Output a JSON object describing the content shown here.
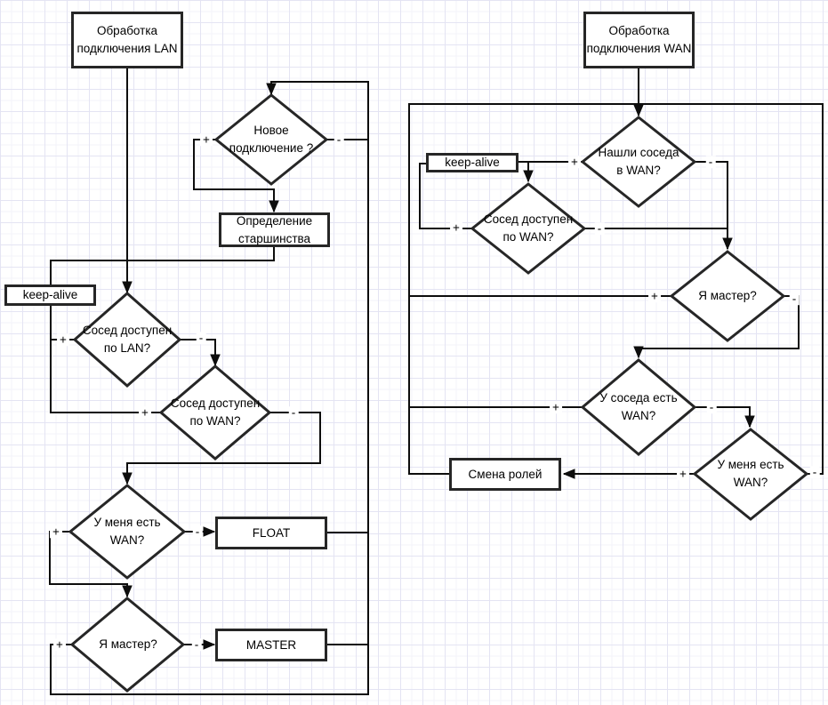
{
  "labels": {
    "plus": "+",
    "minus": "-"
  },
  "left_chart": {
    "start": "Обработка подключения LAN",
    "new_connection": "Новое подключение ?",
    "seniority": "Определение старшинства",
    "keepalive": "keep-alive",
    "neighbor_lan": "Сосед доступен по LAN?",
    "neighbor_wan": "Сосед доступен по WAN?",
    "have_wan": "У меня есть WAN?",
    "float": "FLOAT",
    "am_master": "Я мастер?",
    "master": "MASTER"
  },
  "right_chart": {
    "start": "Обработка подключения WAN",
    "found_neighbor": "Нашли соседа в WAN?",
    "keepalive": "keep-alive",
    "neighbor_wan": "Сосед доступен по WAN?",
    "am_master": "Я мастер?",
    "neighbor_has_wan": "У соседа есть WAN?",
    "have_wan": "У меня есть WAN?",
    "swap_roles": "Смена ролей"
  },
  "colors": {
    "shape_stroke": "#262626",
    "edge_stroke": "#0d0d0d",
    "shape_fill": "#ffffff",
    "grid_major": "#e4e4f3",
    "grid_minor": "#f3f3fa"
  }
}
